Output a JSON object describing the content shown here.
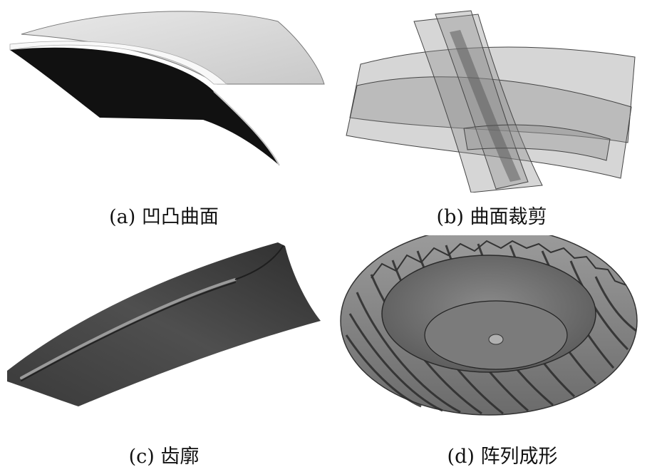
{
  "figure": {
    "panels": [
      {
        "id": "a",
        "caption": "(a) 凹凸曲面"
      },
      {
        "id": "b",
        "caption": "(b) 曲面裁剪"
      },
      {
        "id": "c",
        "caption": "(c) 齿廓"
      },
      {
        "id": "d",
        "caption": "(d) 阵列成形"
      }
    ]
  }
}
